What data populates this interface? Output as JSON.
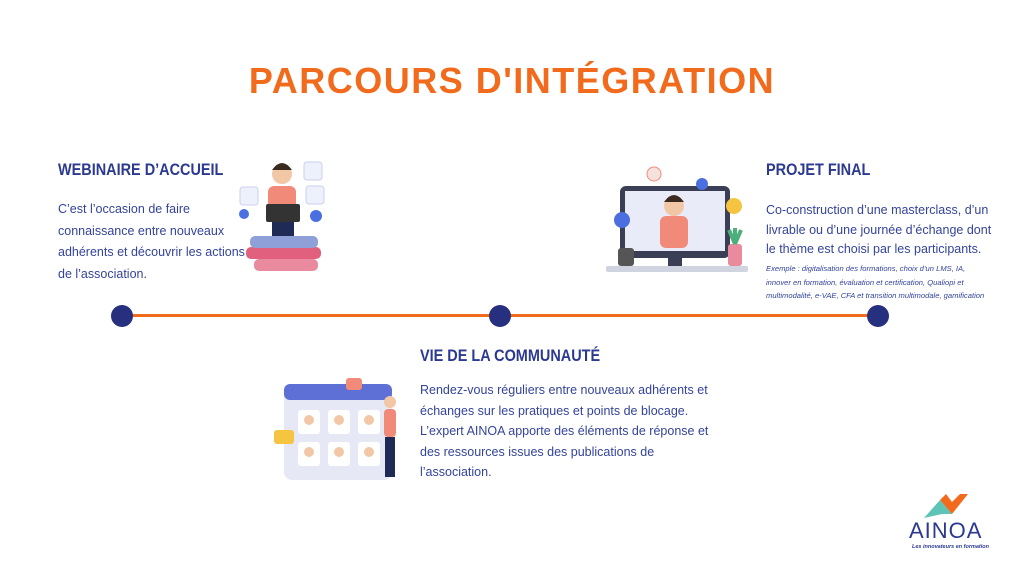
{
  "title": "PARCOURS D'INTÉGRATION",
  "steps": [
    {
      "heading": "WEBINAIRE D’ACCUEIL",
      "lines": [
        "C’est l’occasion de faire",
        "connaissance entre nouveaux",
        "adhérents et découvrir les actions",
        "de l’association."
      ]
    },
    {
      "heading": "VIE DE LA COMMUNAUTÉ",
      "lines": [
        "Rendez-vous réguliers entre nouveaux adhérents et",
        "échanges sur les pratiques et points de blocage.",
        "L’expert AINOA apporte des éléments de réponse et",
        "des ressources issues des publications de",
        "l’association."
      ]
    },
    {
      "heading": "PROJET FINAL",
      "lines": [
        "Co-construction d’une masterclass, d’un",
        "livrable ou d’une journée d’échange dont",
        "le thème est choisi par les participants."
      ],
      "example": [
        "Exemple : digitalisation des formations, choix d’un LMS, IA,",
        "innover en formation, évaluation et certification, Qualiopi et",
        "multimodalité, e-VAE, CFA et transition multimodale, gamification"
      ]
    }
  ],
  "logo": {
    "name": "AINOA",
    "tagline": "Les innovateurs en formation"
  },
  "colors": {
    "orange": "#f26b1d",
    "navy": "#2b3990",
    "teal": "#5fc4b8"
  }
}
